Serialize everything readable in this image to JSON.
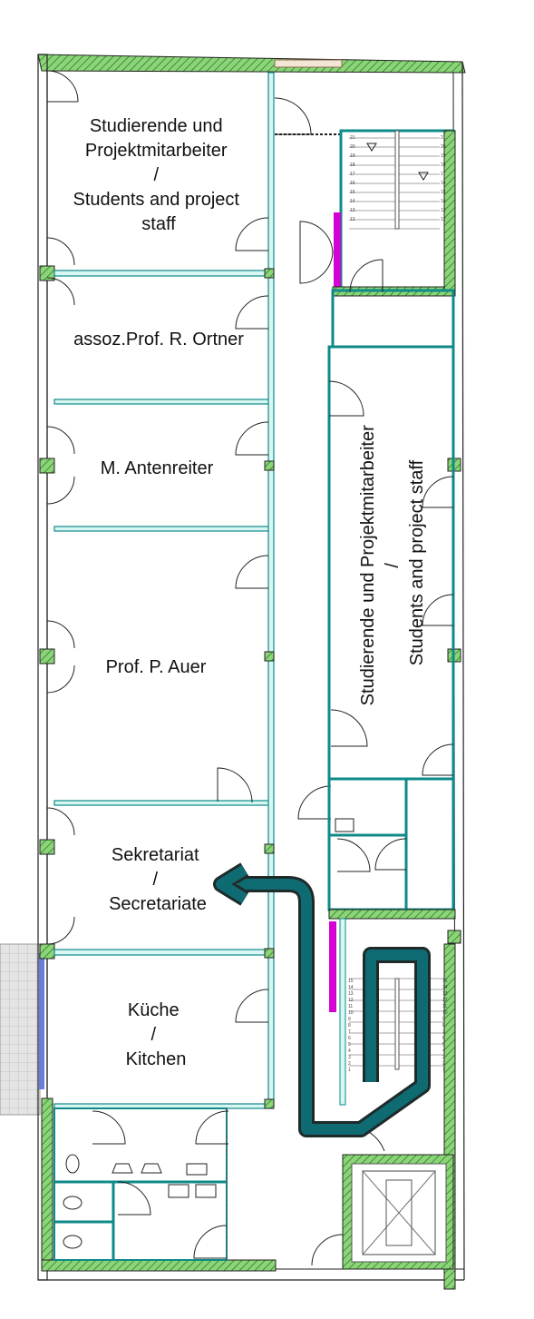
{
  "colors": {
    "wall_fill": "#8cd47a",
    "wall_hatch": "#2e7d1f",
    "partition": "#7fe0d8",
    "core_wall": "#0f8a8a",
    "route_arrow": "#0f6b72",
    "accent_magenta": "#d400d4",
    "outline": "#222222"
  },
  "rooms": {
    "room_1": {
      "lines": [
        "Studierende und",
        "Projektmitarbeiter",
        "/",
        "Students and project",
        "staff"
      ]
    },
    "room_2": {
      "lines": [
        "assoz.Prof. R. Ortner"
      ]
    },
    "room_3": {
      "lines": [
        "M. Antenreiter"
      ]
    },
    "room_4": {
      "lines": [
        "Prof. P. Auer"
      ]
    },
    "room_5": {
      "lines": [
        "Sekretariat",
        "/",
        "Secretariate"
      ]
    },
    "room_6": {
      "lines": [
        "Küche",
        "/",
        "Kitchen"
      ]
    },
    "room_east": {
      "lines": [
        "Studierende und Projektmitarbeiter",
        "/",
        "Students and project staff"
      ]
    }
  },
  "stair_top_numbers": [
    "21",
    "20",
    "19",
    "18",
    "17",
    "16",
    "15",
    "14",
    "13",
    "12"
  ],
  "stair_bottom_numbers": [
    "15",
    "14",
    "13",
    "12",
    "11",
    "10",
    "9",
    "8",
    "7",
    "6",
    "5",
    "4",
    "3",
    "2",
    "1"
  ]
}
